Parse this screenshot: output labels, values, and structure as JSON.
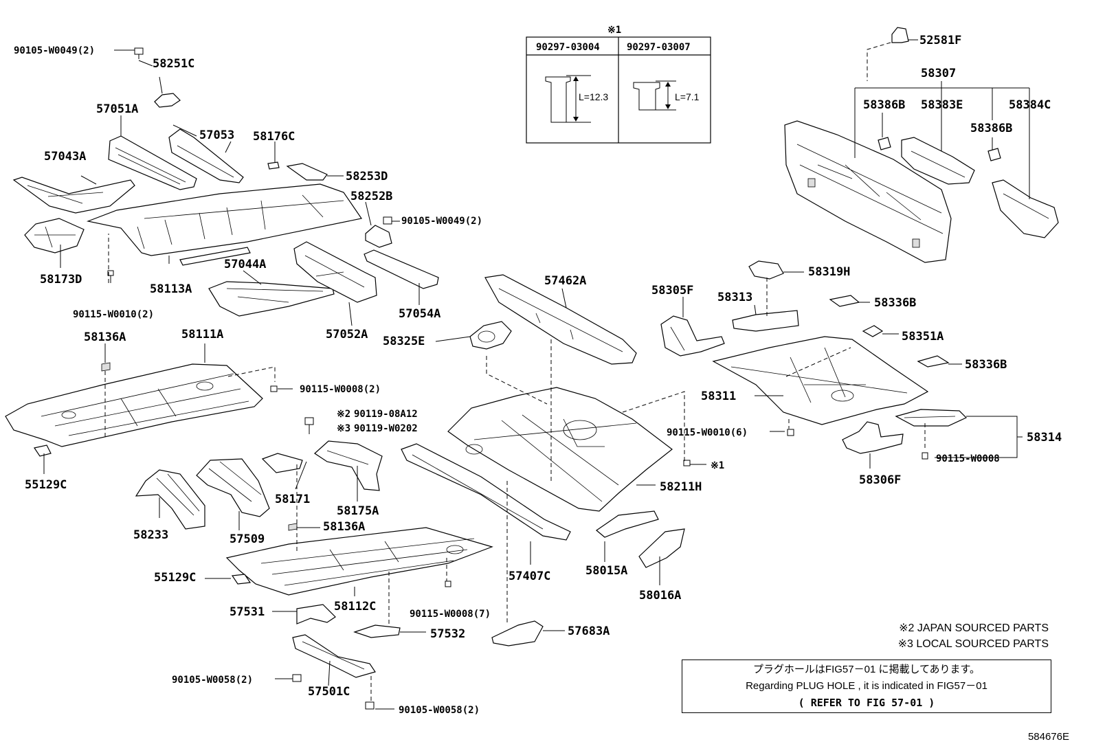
{
  "title": "",
  "parts": {
    "p90105_w0049_2_a": "90105-W0049(2)",
    "p58251c": "58251C",
    "p57051a": "57051A",
    "p57053": "57053",
    "p58176c": "58176C",
    "p57043a": "57043A",
    "p58253d": "58253D",
    "p58252b": "58252B",
    "p90105_w0049_2_b": "90105-W0049(2)",
    "p58173d": "58173D",
    "p58113a": "58113A",
    "p57044a": "57044A",
    "p90115_w0010_2": "90115-W0010(2)",
    "p57054a": "57054A",
    "p57052a": "57052A",
    "p58136a_a": "58136A",
    "p58111a": "58111A",
    "p90115_w0008_2": "90115-W0008(2)",
    "p55129c_a": "55129C",
    "p58233": "58233",
    "p57509": "57509",
    "p58171": "58171",
    "p58175a": "58175A",
    "p58136a_b": "58136A",
    "p55129c_b": "55129C",
    "p57531": "57531",
    "p58112c": "58112C",
    "p57532": "57532",
    "p90115_w0008_7": "90115-W0008(7)",
    "p90105_w0058_2_a": "90105-W0058(2)",
    "p57501c": "57501C",
    "p90105_w0058_2_b": "90105-W0058(2)",
    "p57462a": "57462A",
    "p58325e": "58325E",
    "p57407c": "57407C",
    "p58211h": "58211H",
    "p58015a": "58015A",
    "p58016a": "58016A",
    "p57683a": "57683A",
    "p52581f": "52581F",
    "p58307": "58307",
    "p58386b_a": "58386B",
    "p58383e": "58383E",
    "p58384c": "58384C",
    "p58386b_b": "58386B",
    "p58319h": "58319H",
    "p58305f": "58305F",
    "p58313": "58313",
    "p58336b_a": "58336B",
    "p58351a": "58351A",
    "p58336b_b": "58336B",
    "p58311": "58311",
    "p90115_w0010_6": "90115-W0010(6)",
    "p58314": "58314",
    "p90115_w0008": "90115-W0008",
    "p58306f": "58306F",
    "p90119_08a12": "90119-08A12",
    "p90119_w0202": "90119-W0202",
    "mark2": "※2",
    "mark3": "※3",
    "mark1_ref": "※1"
  },
  "table": {
    "mark": "※1",
    "col1": "90297-03004",
    "col2": "90297-03007",
    "len1": "L=12.3",
    "len2": "L=7.1"
  },
  "notes": {
    "jp_sourced": "※2 JAPAN SOURCED PARTS",
    "local_sourced": "※3 LOCAL SOURCED PARTS",
    "ref_jp": "プラグホールはFIG57－01 に掲載してあります。",
    "ref_en": "Regarding PLUG HOLE , it is indicated in FIG57－01",
    "ref_fig": "( REFER TO FIG 57-01 )"
  },
  "figure_id": "584676E"
}
